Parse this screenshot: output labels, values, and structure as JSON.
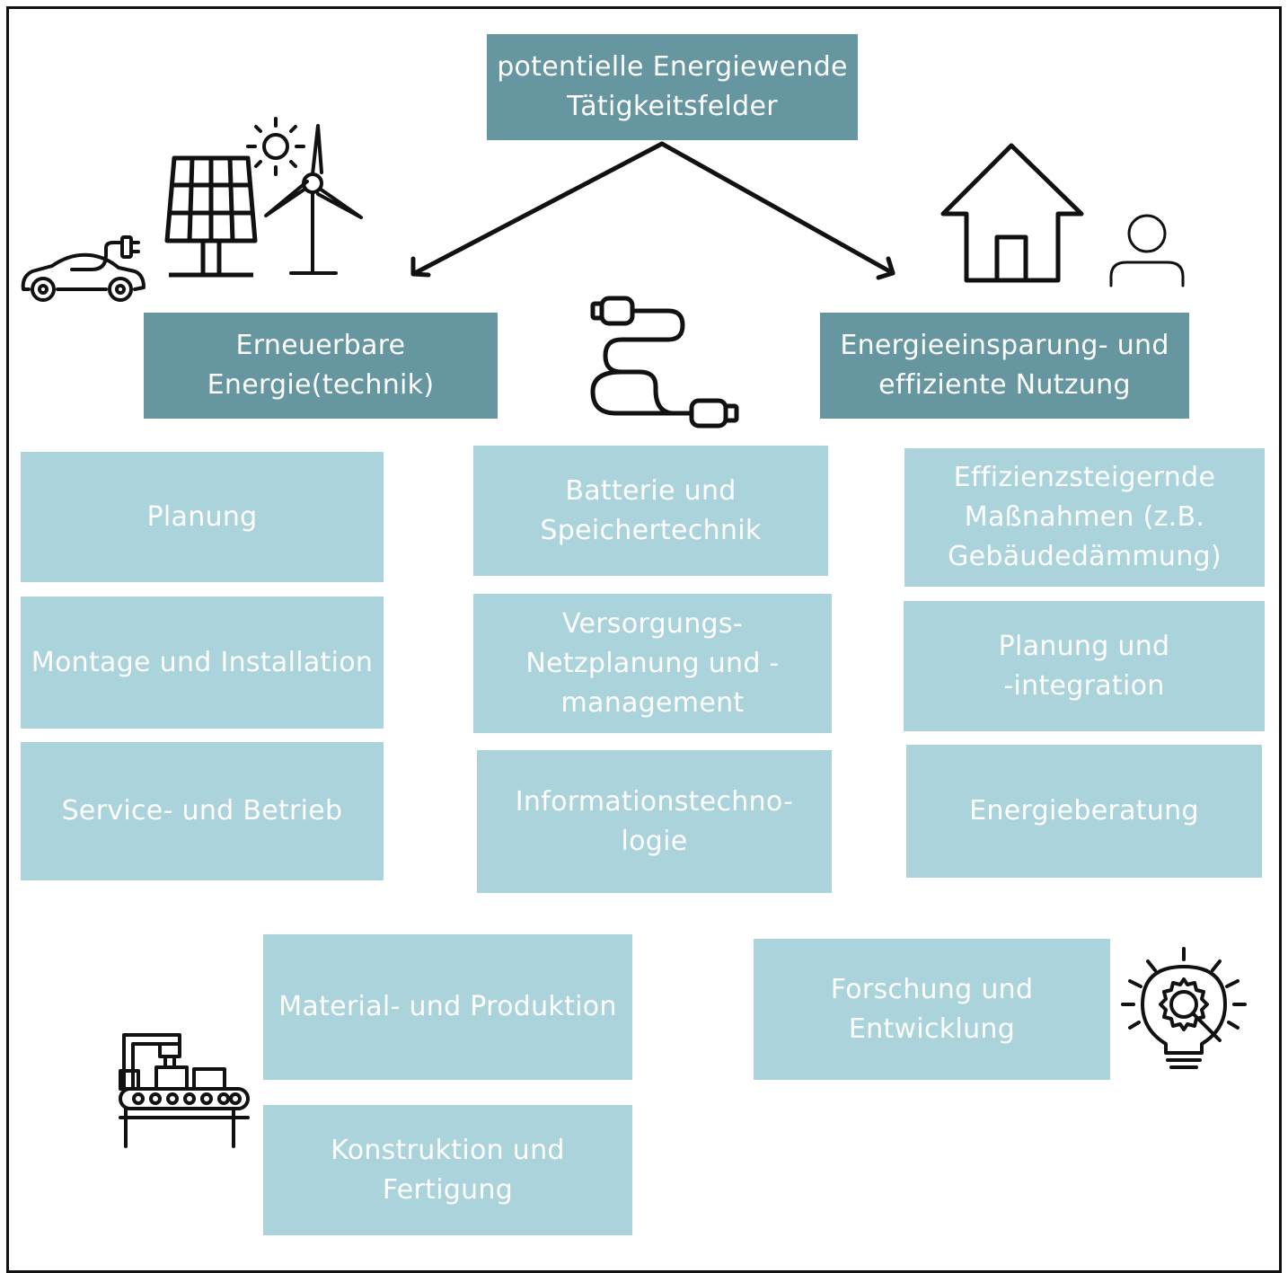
{
  "title": "potentielle Energiewende\nTätigkeitsfelder",
  "branches": {
    "left": "Erneuerbare\nEnergie(technik)",
    "right": "Energieeinsparung- und\neffiziente Nutzung"
  },
  "left_column": [
    "Planung",
    "Montage und Installation",
    "Service- und Betrieb"
  ],
  "middle_column": [
    "Batterie und\nSpeichertechnik",
    "Versorgungs-\nNetzplanung und -\nmanagement",
    "Informationstechno-\nlogie"
  ],
  "right_column": [
    "Effizienzsteigernde\nMaßnahmen (z.B.\nGebäudedämmung)",
    "Planung und\n-integration",
    "Energieberatung"
  ],
  "bottom": {
    "material": "Material- und Produktion",
    "konstruktion": "Konstruktion und\nFertigung",
    "forschung": "Forschung und\nEntwicklung"
  },
  "colors": {
    "dark_box": "#66969f",
    "light_box": "#abd3db",
    "text": "#ffffff",
    "lines": "#111111"
  },
  "icons": [
    "electric-car-icon",
    "solar-panel-icon",
    "sun-icon",
    "wind-turbine-icon",
    "house-icon",
    "person-icon",
    "charging-cable-icon",
    "factory-robot-icon",
    "research-lightbulb-icon"
  ]
}
